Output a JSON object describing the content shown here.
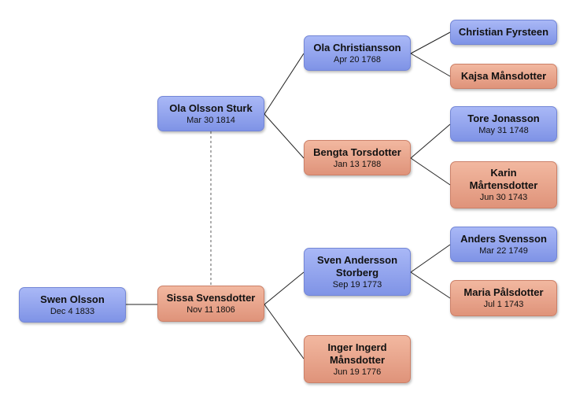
{
  "people": {
    "swen_olsson": {
      "name": "Swen Olsson",
      "date": "Dec 4 1833"
    },
    "ola_olsson_sturk": {
      "name": "Ola Olsson Sturk",
      "date": "Mar 30 1814"
    },
    "sissa_svensdotter": {
      "name": "Sissa Svensdotter",
      "date": "Nov 11 1806"
    },
    "ola_christiansson": {
      "name": "Ola Christiansson",
      "date": "Apr 20 1768"
    },
    "bengta_torsdotter": {
      "name": "Bengta Torsdotter",
      "date": "Jan 13 1788"
    },
    "sven_andersson_storberg": {
      "name": "Sven Andersson Storberg",
      "date": "Sep 19 1773"
    },
    "inger_ingerd_mansdotter": {
      "name": "Inger Ingerd Månsdotter",
      "date": "Jun 19 1776"
    },
    "christian_fyrsteen": {
      "name": "Christian Fyrsteen",
      "date": ""
    },
    "kajsa_mansdotter": {
      "name": "Kajsa Månsdotter",
      "date": ""
    },
    "tore_jonasson": {
      "name": "Tore Jonasson",
      "date": "May 31 1748"
    },
    "karin_martensdotter": {
      "name": "Karin Mårtensdotter",
      "date": "Jun 30 1743"
    },
    "anders_svensson": {
      "name": "Anders Svensson",
      "date": "Mar 22 1749"
    },
    "maria_palsdotter": {
      "name": "Maria Pålsdotter",
      "date": "Jul 1 1743"
    }
  },
  "colors": {
    "male": "#8a9cec",
    "female": "#e89f85",
    "line": "#222222",
    "marriage_line": "#777777"
  }
}
